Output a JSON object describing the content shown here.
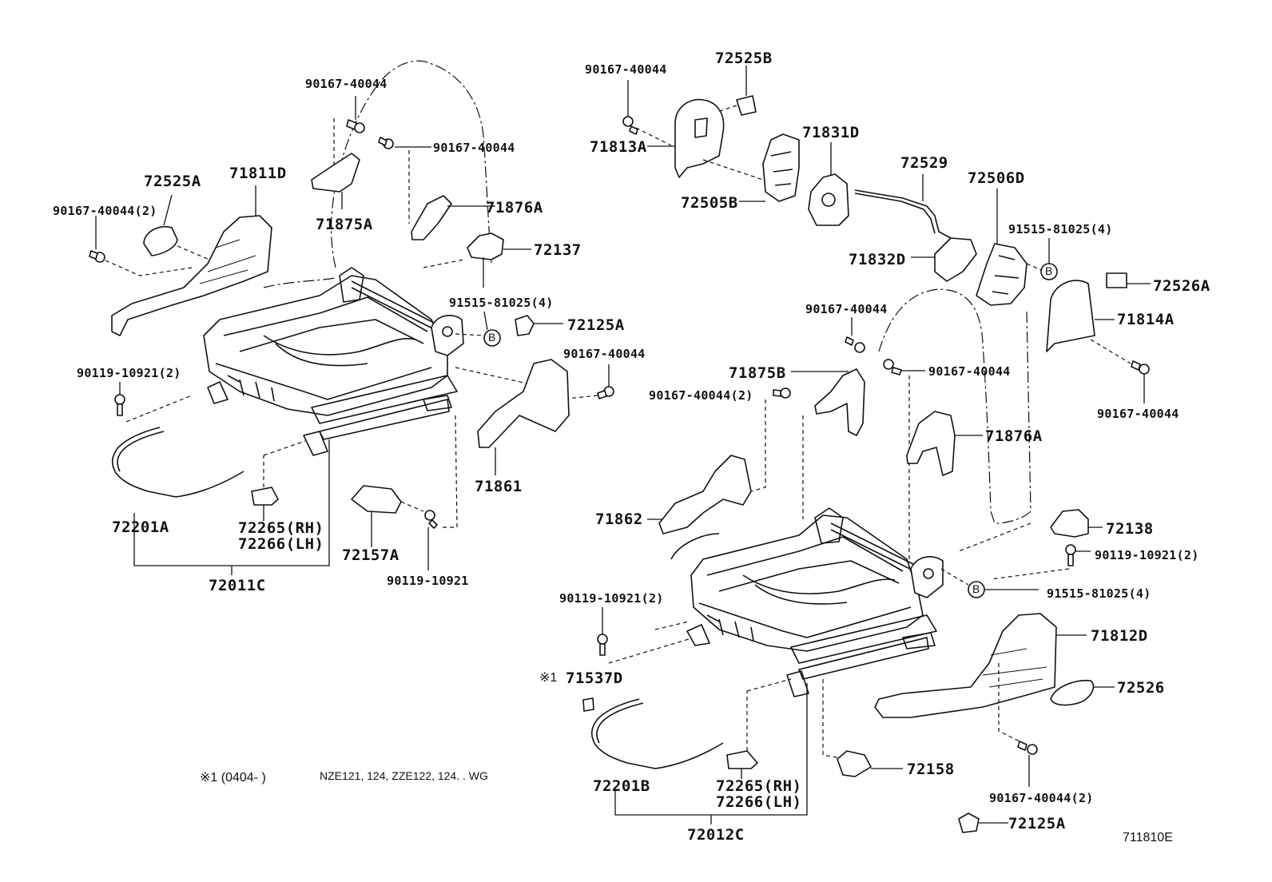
{
  "diagram": {
    "code": "711810E",
    "footnote_mark": "※1 (0404-   )",
    "footnote_models": "NZE121, 124, ZZE122, 124. . WG",
    "bolt_label": "B",
    "left_assembly": {
      "bolt_a": "90167-40044",
      "bolt_b": "90167-40044",
      "bolt_qty2": "90167-40044(2)",
      "cover_72525A": "72525A",
      "shield_71811D": "71811D",
      "cover_71875A": "71875A",
      "cover_71876A": "71876A",
      "bracket_72137": "72137",
      "bolt_91515": "91515-81025(4)",
      "clip_72125A": "72125A",
      "bolt_90119_2": "90119-10921(2)",
      "bolt_90167_right": "90167-40044",
      "cover_71861": "71861",
      "wire_72201A": "72201A",
      "switch_rh": "72265(RH)",
      "switch_lh": "72266(LH)",
      "cover_72157A": "72157A",
      "bolt_90119": "90119-10921",
      "assy_72011C": "72011C"
    },
    "right_assembly": {
      "bolt_top": "90167-40044",
      "cover_72525B": "72525B",
      "cover_71813A": "71813A",
      "bracket_71831D": "71831D",
      "bracket_72505B": "72505B",
      "rod_72529": "72529",
      "bracket_72506D": "72506D",
      "bolt_91515_top": "91515-81025(4)",
      "bracket_71832D": "71832D",
      "cover_72526A": "72526A",
      "cover_71814A": "71814A",
      "bolt_mid": "90167-40044",
      "bolt_mid2": "90167-40044",
      "bolt_right_low": "90167-40044",
      "cover_71875B": "71875B",
      "bolt_qty2": "90167-40044(2)",
      "cover_71876A": "71876A",
      "cover_71862": "71862",
      "bracket_72138": "72138",
      "bolt_90119_right": "90119-10921(2)",
      "bolt_90119_left": "90119-10921(2)",
      "bolt_91515_low": "91515-81025(4)",
      "shield_71812D": "71812D",
      "star_mark": "※1",
      "part_71537D": "71537D",
      "knob_72526": "72526",
      "wire_72201B": "72201B",
      "cover_72158": "72158",
      "switch_rh": "72265(RH)",
      "switch_lh": "72266(LH)",
      "bolt_bottom": "90167-40044(2)",
      "clip_72125A": "72125A",
      "assy_72012C": "72012C"
    }
  }
}
